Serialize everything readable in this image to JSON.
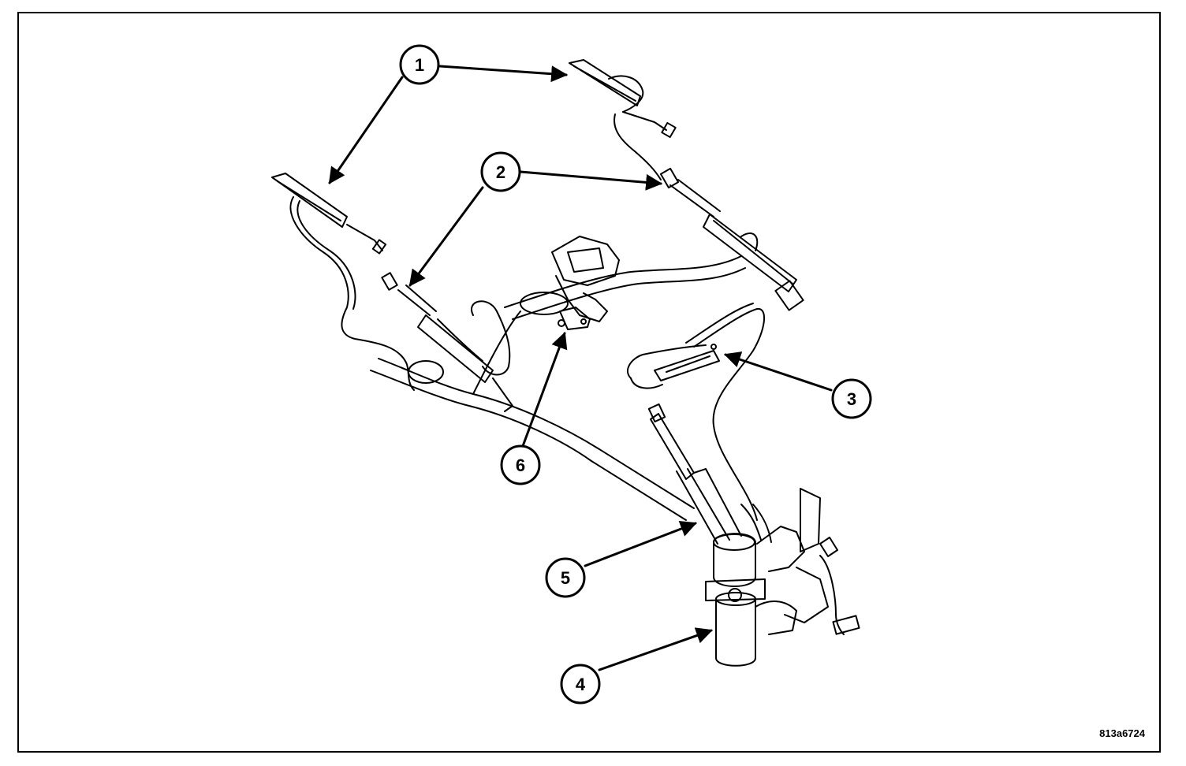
{
  "figure_id": "813a6724",
  "callouts": [
    {
      "id": "1",
      "label": "1"
    },
    {
      "id": "2",
      "label": "2"
    },
    {
      "id": "3",
      "label": "3"
    },
    {
      "id": "4",
      "label": "4"
    },
    {
      "id": "5",
      "label": "5"
    },
    {
      "id": "6",
      "label": "6"
    }
  ],
  "colors": {
    "ink": "#000000",
    "paper": "#ffffff"
  }
}
